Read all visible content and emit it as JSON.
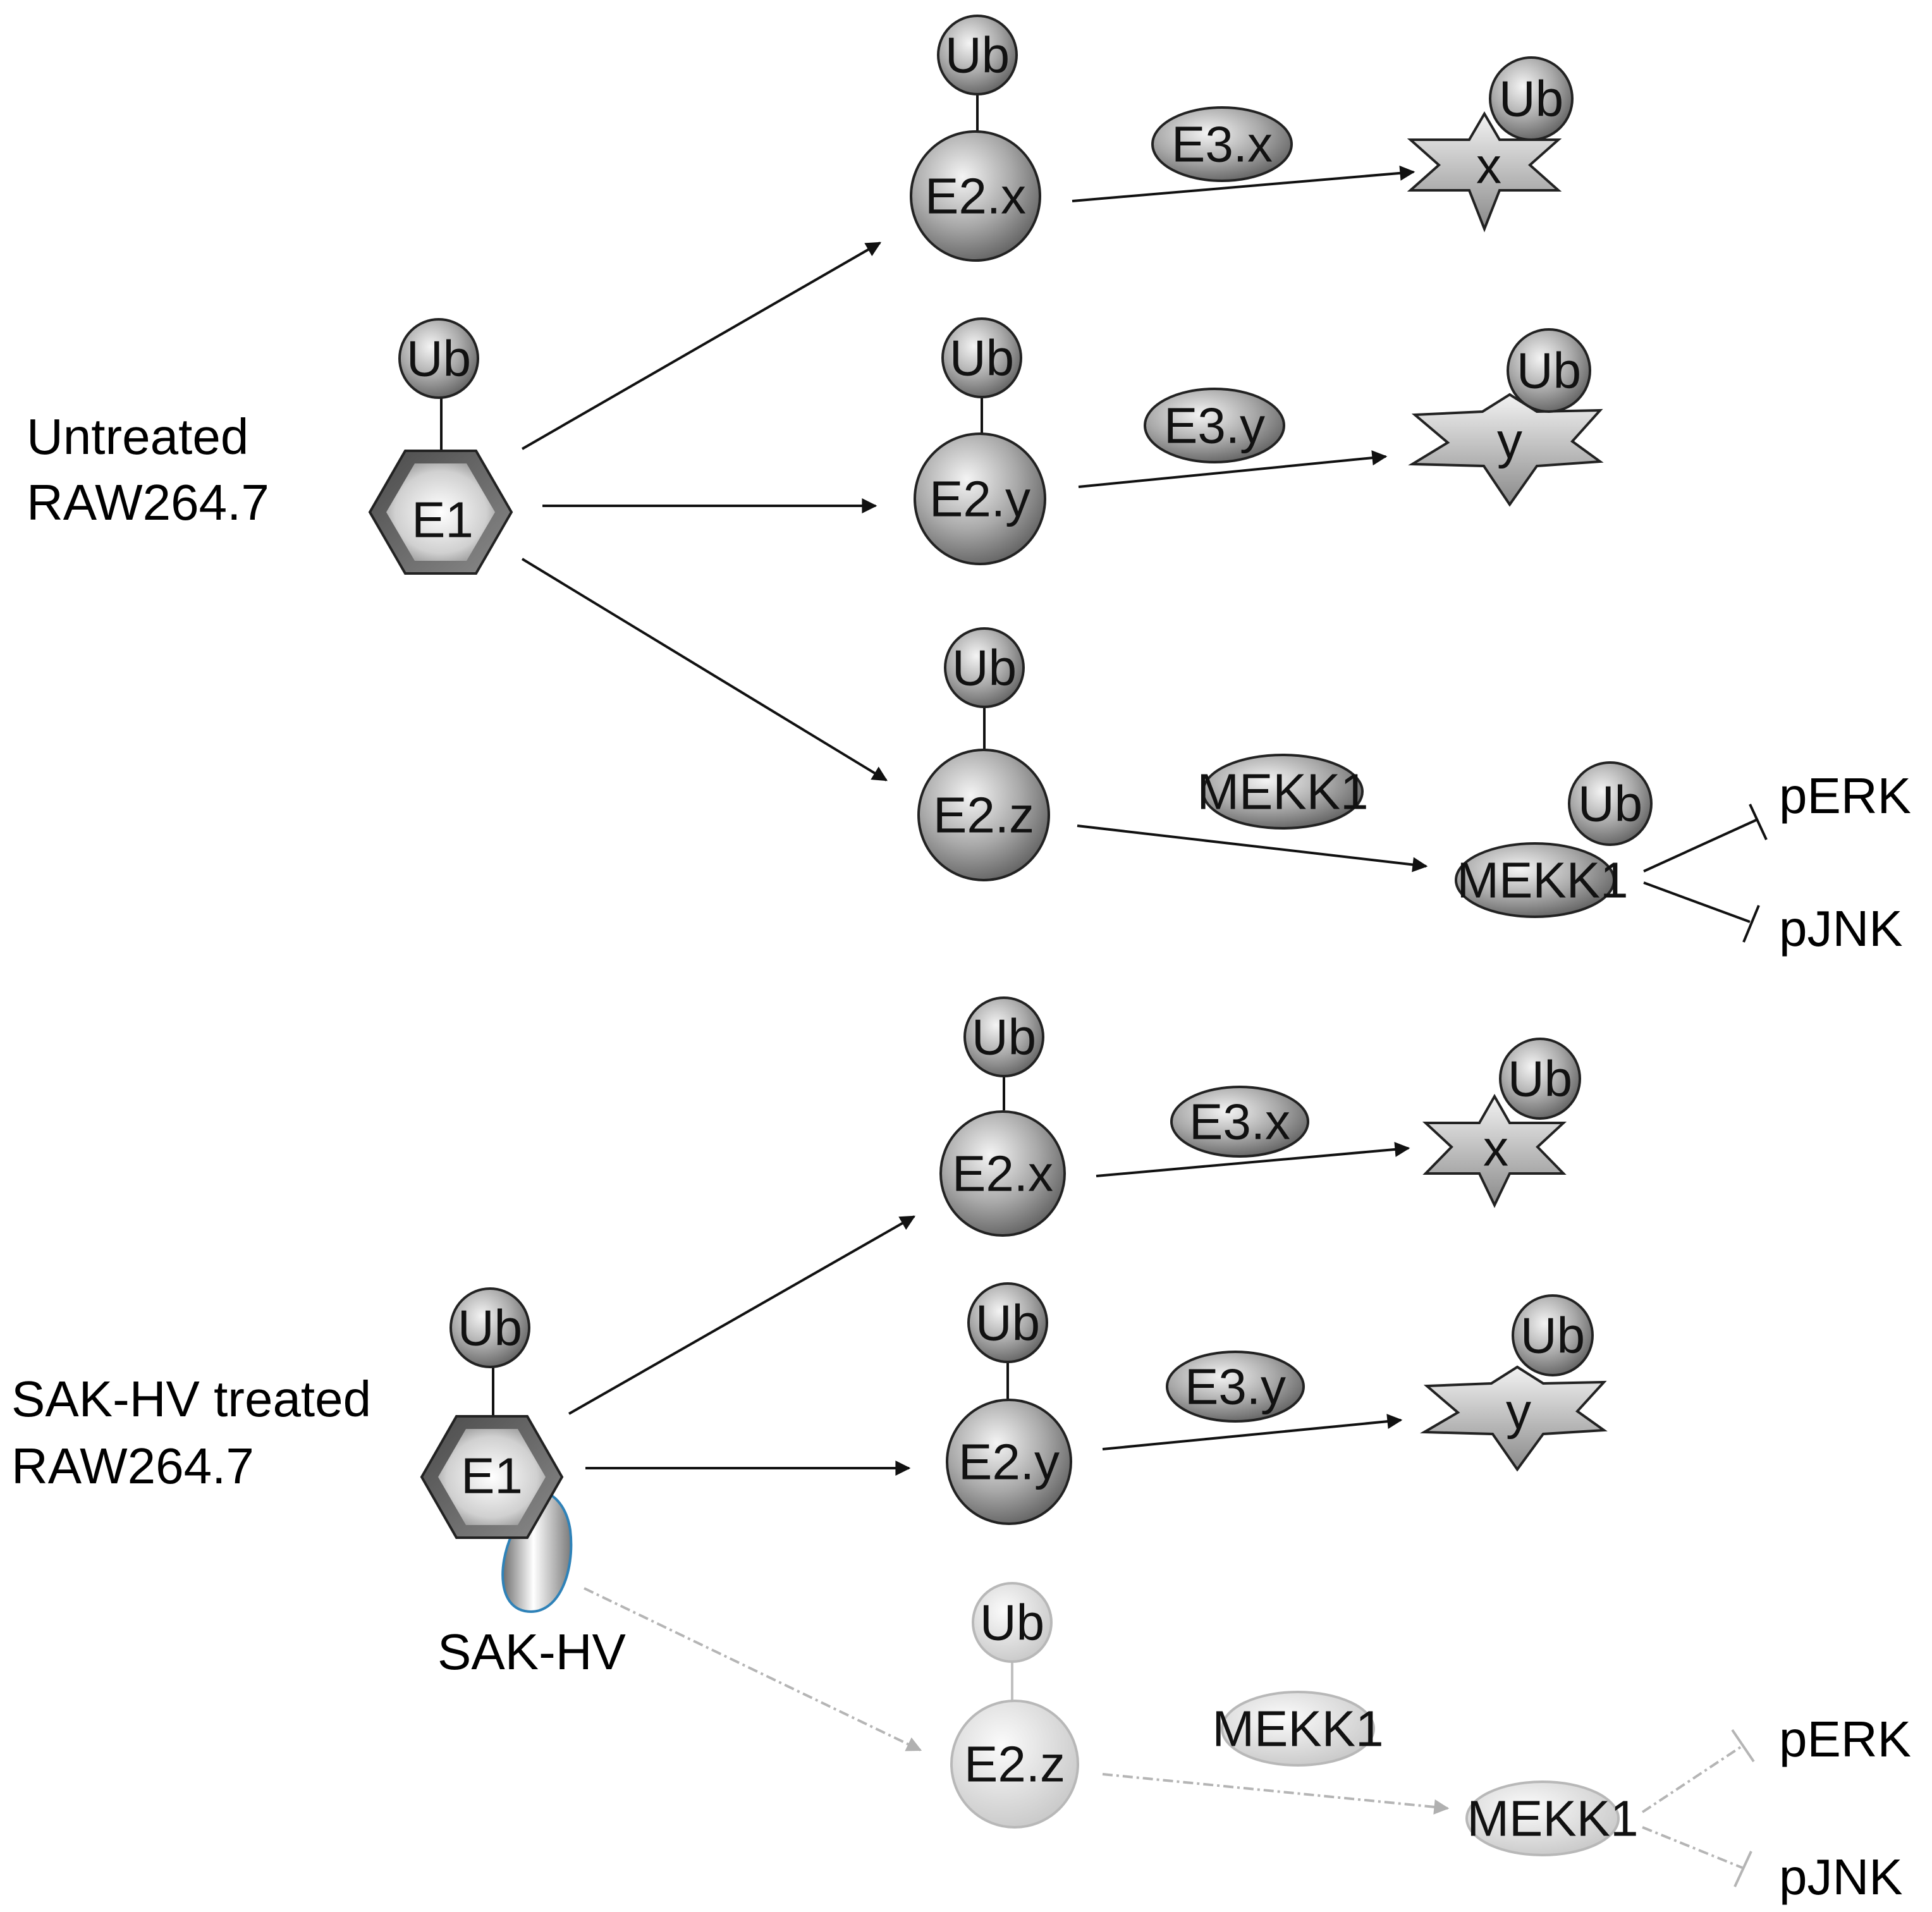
{
  "panels": {
    "untreated": {
      "label_line1": "Untreated",
      "label_line2": "RAW264.7",
      "e1": "E1",
      "ub": "Ub",
      "e2x": "E2.x",
      "e2y": "E2.y",
      "e2z": "E2.z",
      "e3x": "E3.x",
      "e3y": "E3.y",
      "mekk1_enzyme": "MEKK1",
      "target_x": "x",
      "target_y": "y",
      "mekk1_target": "MEKK1",
      "perk": "pERK",
      "pjnk": "pJNK",
      "output_color": "#8c8c8c"
    },
    "treated": {
      "label_line1": "SAK-HV treated",
      "label_line2": "RAW264.7",
      "e1": "E1",
      "ub": "Ub",
      "sakhv": "SAK-HV",
      "e2x": "E2.x",
      "e2y": "E2.y",
      "e2z": "E2.z",
      "e3x": "E3.x",
      "e3y": "E3.y",
      "mekk1_enzyme": "MEKK1",
      "target_x": "x",
      "target_y": "y",
      "mekk1_target": "MEKK1",
      "perk": "pERK",
      "pjnk": "pJNK",
      "output_color": "#000000"
    }
  }
}
